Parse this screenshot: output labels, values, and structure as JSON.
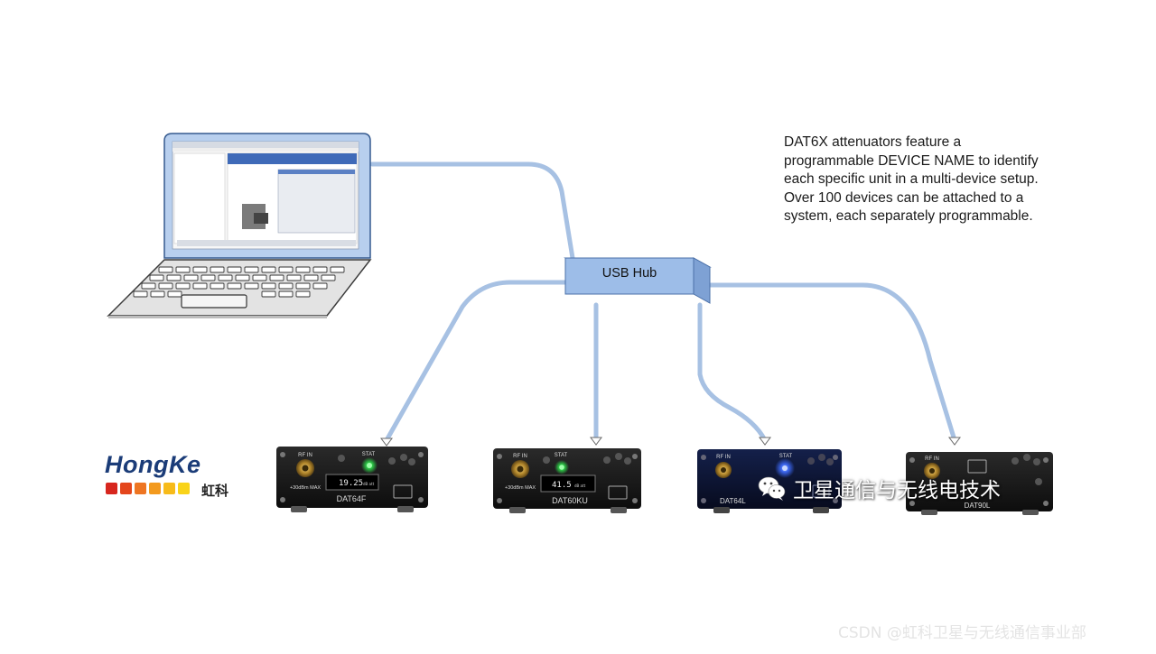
{
  "description": "DAT6X attenuators feature a\nprogrammable DEVICE NAME to identify\neach specific unit in a multi-device setup.\nOver 100 devices can be attached to a\nsystem, each separately programmable.",
  "hub": {
    "label": "USB Hub"
  },
  "devices": [
    {
      "model": "DAT64F",
      "port_label": "RF IN",
      "stat_label": "STAT",
      "display": "19.25",
      "display_unit": "dB att",
      "max_label": "+30dBm MAX"
    },
    {
      "model": "DAT60KU",
      "port_label": "RF IN",
      "stat_label": "STAT",
      "display": "41.5",
      "display_unit": "dB att",
      "max_label": "+30dBm MAX"
    },
    {
      "model": "DAT64L",
      "port_label": "RF IN",
      "stat_label": "STAT"
    },
    {
      "model": "DAT90L",
      "port_label": "RF IN"
    }
  ],
  "logo": {
    "name": "HongKe",
    "chinese": "虹科",
    "square_colors": [
      "#d7261e",
      "#e4461c",
      "#ee7522",
      "#f39a1e",
      "#f7bb1a",
      "#f9d319"
    ]
  },
  "watermark": {
    "wechat": "卫星通信与无线电技术",
    "csdn": "CSDN @虹科卫星与无线通信事业部"
  },
  "colors": {
    "accent": "#1b3c78",
    "hub_fill": "#9dbde8",
    "cable": "#97b5dd",
    "led_green": "#39ff5a",
    "led_blue": "#4a7dff"
  }
}
